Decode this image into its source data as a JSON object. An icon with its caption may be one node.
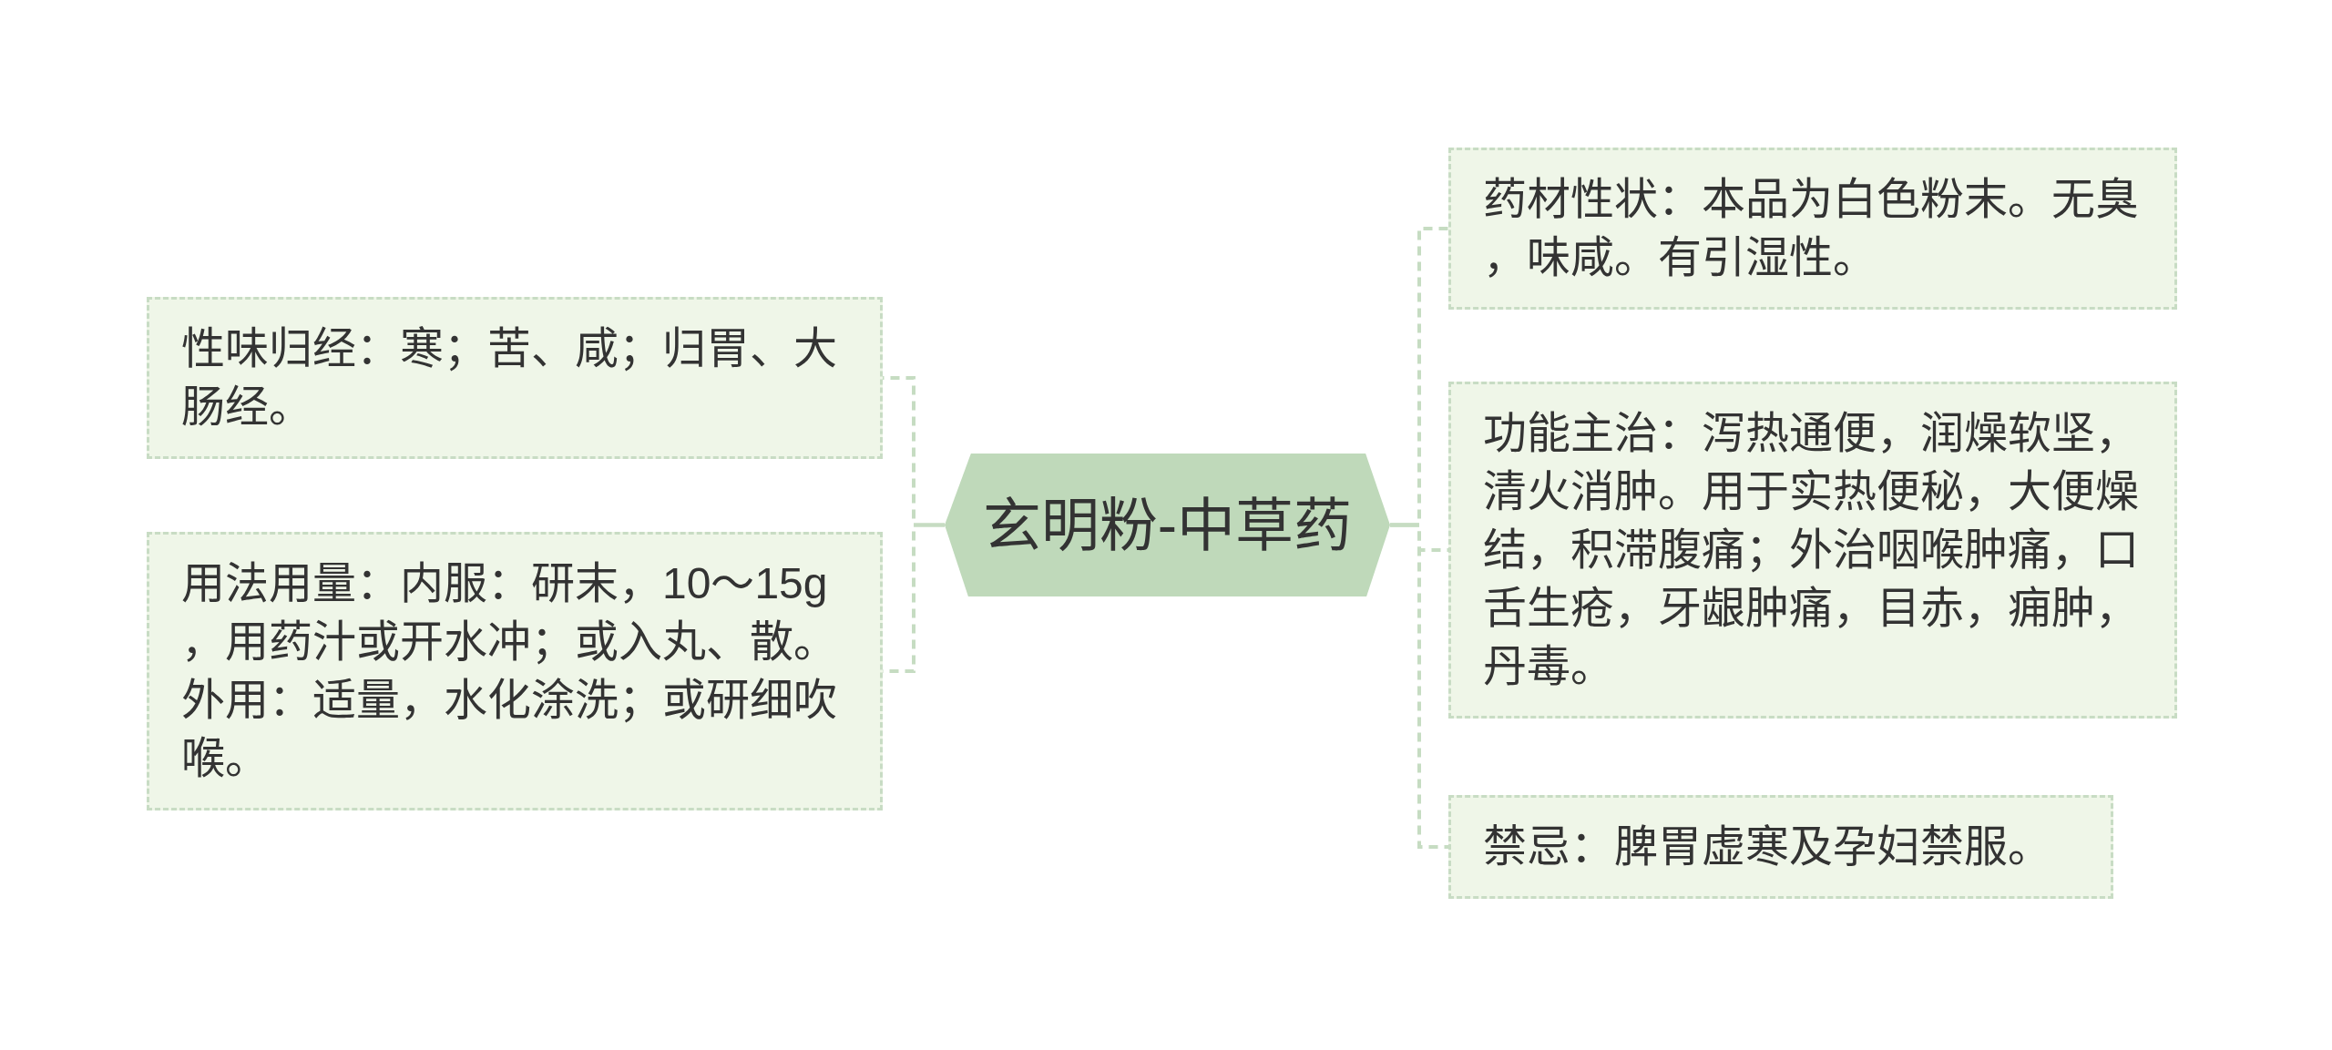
{
  "diagram": {
    "nodes": [
      {
        "text": [
          "玄明粉-中草药"
        ]
      },
      {
        "text": [
          "性味归经：寒；苦、咸；归胃、大肠经。"
        ]
      },
      {
        "text": [
          "用法用量：内服：研末，10～15g，用药汁或开水冲；或入丸、散。外用：适量，水化涂洗；或研细吹喉。"
        ]
      },
      {
        "text": [
          "药材性状：本品为白色粉末。无臭，味咸。有引湿性。"
        ]
      },
      {
        "text": [
          "功能主治：泻热通便，润燥软坚，清火消肿。用于实热便秘，大便燥结，积滞腹痛；外治咽喉肿痛，口舌生疮，牙龈肿痛，目赤，痈肿，丹毒。"
        ]
      },
      {
        "text": [
          "禁忌：脾胃虚寒及孕妇禁服。"
        ]
      }
    ],
    "edges": [
      {
        "from": 0,
        "to": 1,
        "arrow": "none",
        "style": "dashed"
      },
      {
        "from": 0,
        "to": 2,
        "arrow": "none",
        "style": "dashed"
      },
      {
        "from": 0,
        "to": 3,
        "arrow": "none",
        "style": "dashed"
      },
      {
        "from": 0,
        "to": 4,
        "arrow": "none",
        "style": "dashed"
      },
      {
        "from": 0,
        "to": 5,
        "arrow": "none",
        "style": "dashed"
      }
    ]
  }
}
